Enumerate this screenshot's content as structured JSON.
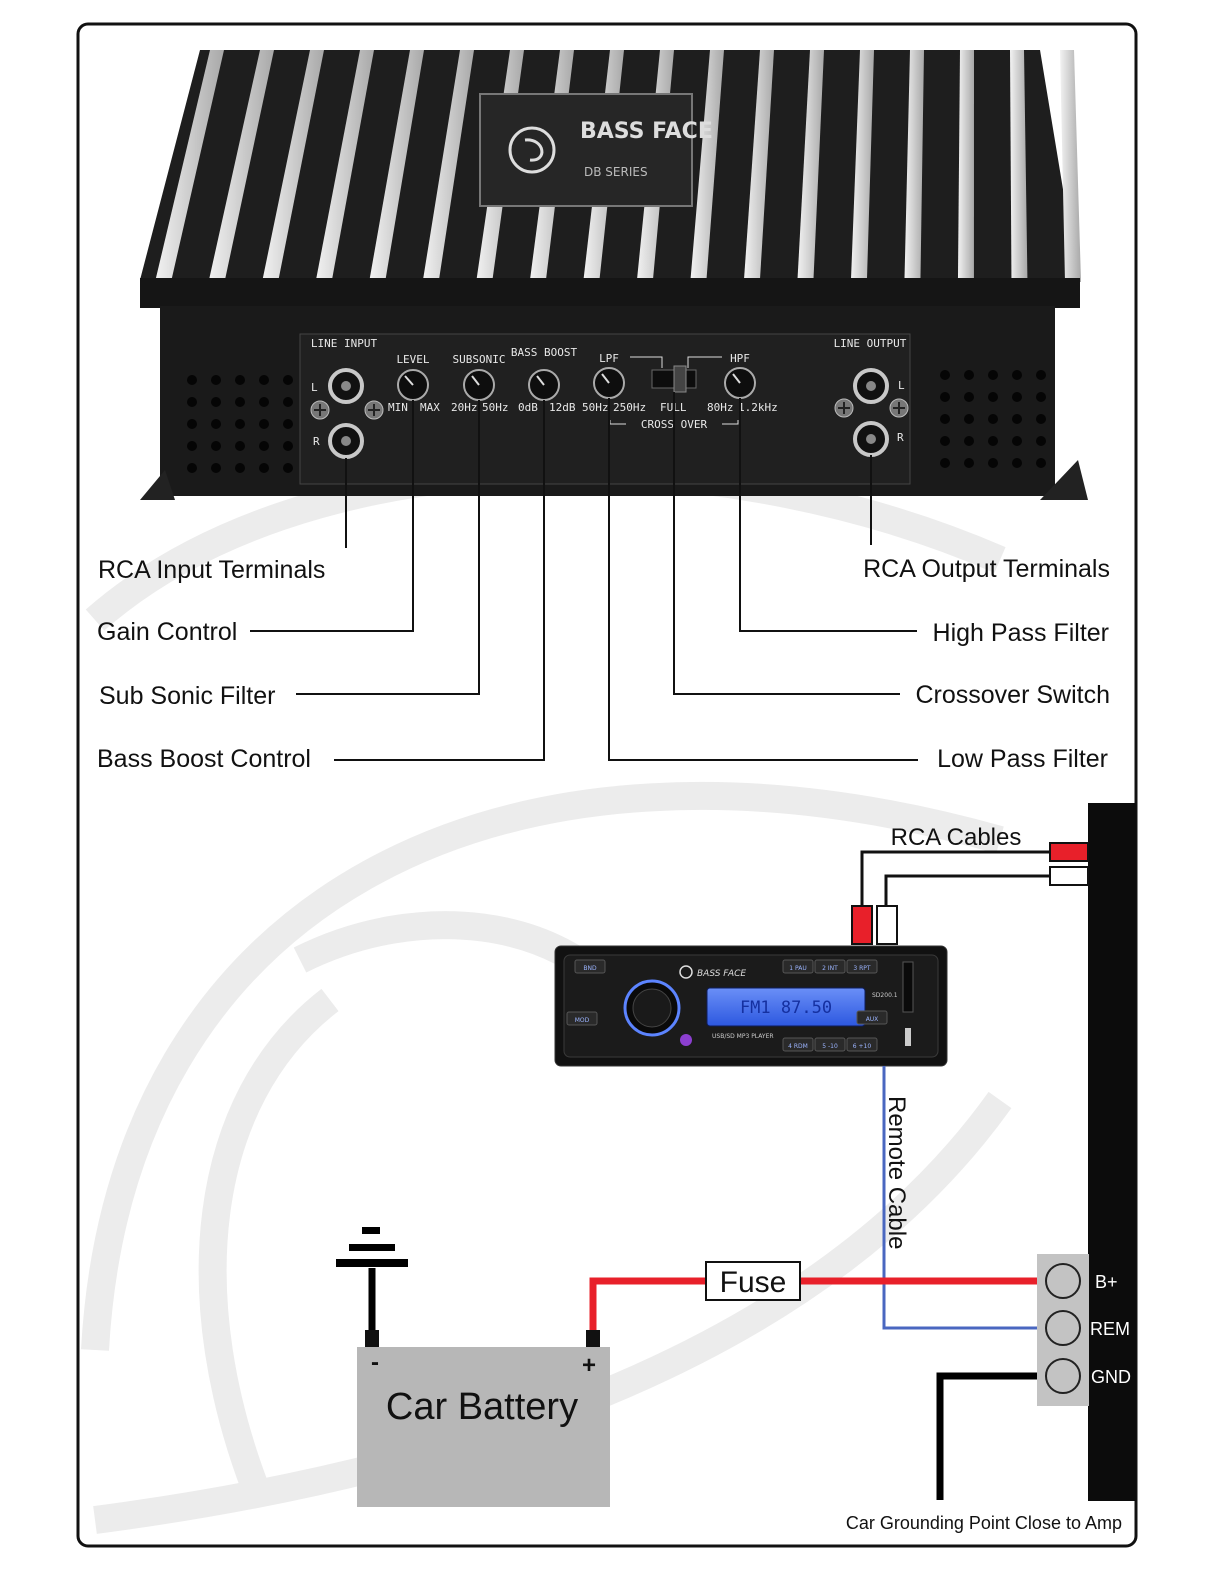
{
  "amplifier": {
    "brand_text": "BASS FACE",
    "series_text": "DB SERIES",
    "panel": {
      "line_input": "LINE INPUT",
      "level": "LEVEL",
      "subsonic": "SUBSONIC",
      "bass_boost": "BASS BOOST",
      "lpf": "LPF",
      "hpf": "HPF",
      "line_output": "LINE OUTPUT",
      "min": "MIN",
      "max": "MAX",
      "sub_lo": "20Hz",
      "sub_hi": "50Hz",
      "boost_lo": "0dB",
      "boost_hi": "12dB",
      "lpf_lo": "50Hz",
      "lpf_hi": "250Hz",
      "full": "FULL",
      "hpf_lo": "80Hz",
      "hpf_hi": "1.2kHz",
      "crossover": "CROSS OVER",
      "ch_l": "L",
      "ch_r": "R"
    }
  },
  "callouts": {
    "left": [
      "RCA Input Terminals",
      "Gain Control",
      "Sub Sonic Filter",
      "Bass Boost Control"
    ],
    "right": [
      "RCA Output Terminals",
      "High Pass Filter",
      "Crossover Switch",
      "Low Pass Filter"
    ]
  },
  "wiring": {
    "rca_cables": "RCA Cables",
    "remote_cable": "Remote Cable",
    "fuse": "Fuse",
    "battery": "Car Battery",
    "minus": "-",
    "plus": "+",
    "terminals": [
      "B+",
      "REM",
      "GND"
    ],
    "ground_note": "Car Grounding Point Close to Amp"
  },
  "head_unit": {
    "brand": "BASS FACE",
    "display": "FM1 87.50",
    "model": "SD200.1",
    "subtitle": "USB/SD MP3 PLAYER",
    "buttons": [
      "BND",
      "MOD",
      "1 PAU",
      "2 INT",
      "3 RPT",
      "4 RDM",
      "5 -10",
      "6 +10",
      "AUX"
    ]
  },
  "colors": {
    "positive_wire": "#e8202a",
    "remote_wire": "#4a67c0",
    "ground_wire": "#000000",
    "battery_fill": "#b7b7b7",
    "amp_body": "#1c1c1c",
    "display": "#3d6cf0"
  }
}
